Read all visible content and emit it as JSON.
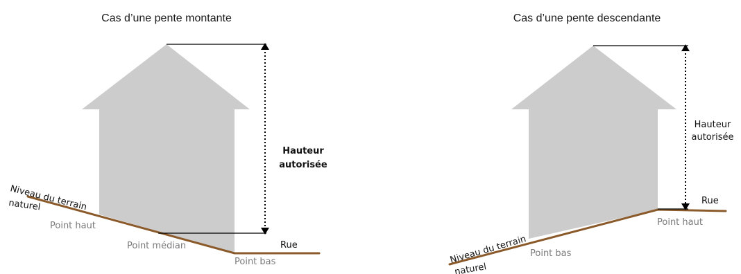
{
  "left": {
    "title": "Cas d’une pente montante",
    "height_label_1": "Hauteur",
    "height_label_2": "autorisée",
    "terrain_label_1": "Niveau du terrain",
    "terrain_label_2": "naturel",
    "point_high": "Point haut",
    "point_median": "Point médian",
    "point_low": "Point bas",
    "street": "Rue"
  },
  "right": {
    "title": "Cas d’une pente descendante",
    "height_label_1": "Hauteur",
    "height_label_2": "autorisée",
    "terrain_label_1": "Niveau du terrain",
    "terrain_label_2": "naturel",
    "point_high": "Point haut",
    "point_low": "Point bas",
    "street": "Rue"
  },
  "colors": {
    "house": "#cccccc",
    "ground": "#8b5a2b",
    "guide": "#000000"
  }
}
